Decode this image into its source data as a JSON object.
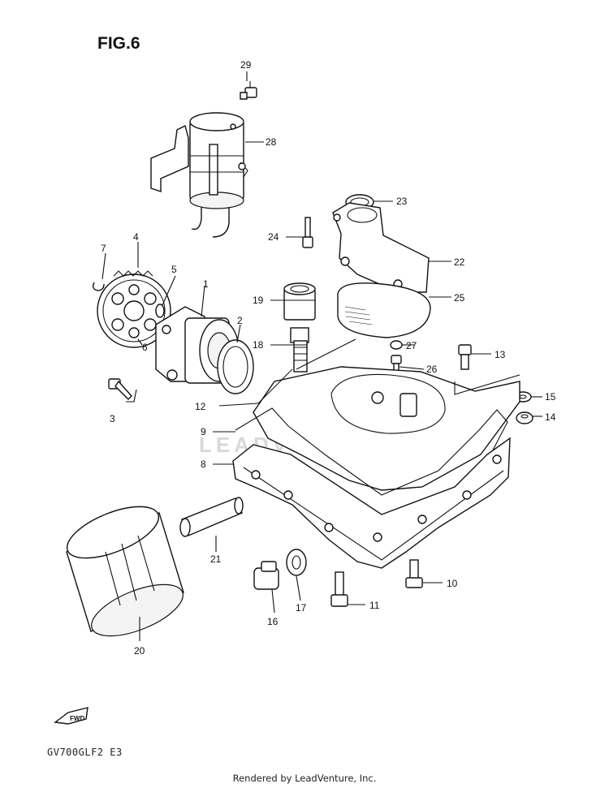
{
  "title": "FIG.6",
  "model_code": "GV700GLF2 E3",
  "footer": "Rendered by LeadVenture, Inc.",
  "watermark": "LEADVENTURE",
  "fwd_label": "FWD",
  "callouts": {
    "c1": "1",
    "c2": "2",
    "c3": "3",
    "c4": "4",
    "c5": "5",
    "c6": "6",
    "c7": "7",
    "c8": "8",
    "c9": "9",
    "c10": "10",
    "c11": "11",
    "c12": "12",
    "c13": "13",
    "c14": "14",
    "c15": "15",
    "c16": "16",
    "c17": "17",
    "c18": "18",
    "c19": "19",
    "c20": "20",
    "c21": "21",
    "c22": "22",
    "c23": "23",
    "c24": "24",
    "c25": "25",
    "c26": "26",
    "c27": "27",
    "c28": "28",
    "c29": "29"
  }
}
